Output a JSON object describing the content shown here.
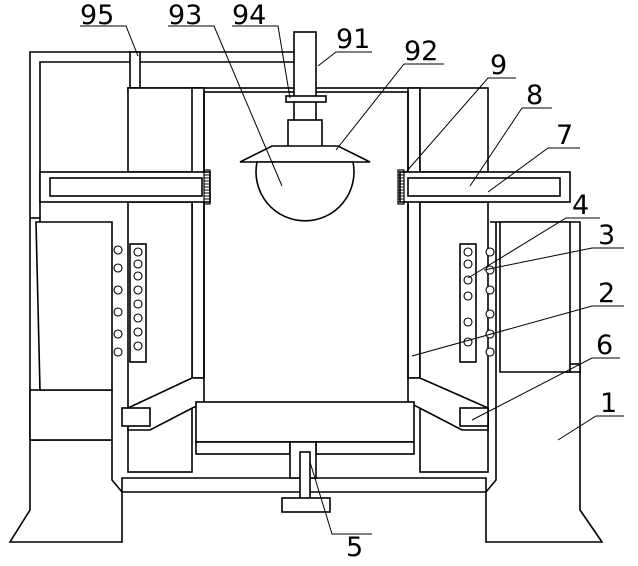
{
  "labels": {
    "l95": "95",
    "l93": "93",
    "l94": "94",
    "l91": "91",
    "l92": "92",
    "l9": "9",
    "l8": "8",
    "l7": "7",
    "l4": "4",
    "l3": "3",
    "l2": "2",
    "l6": "6",
    "l1": "1",
    "l5": "5"
  }
}
